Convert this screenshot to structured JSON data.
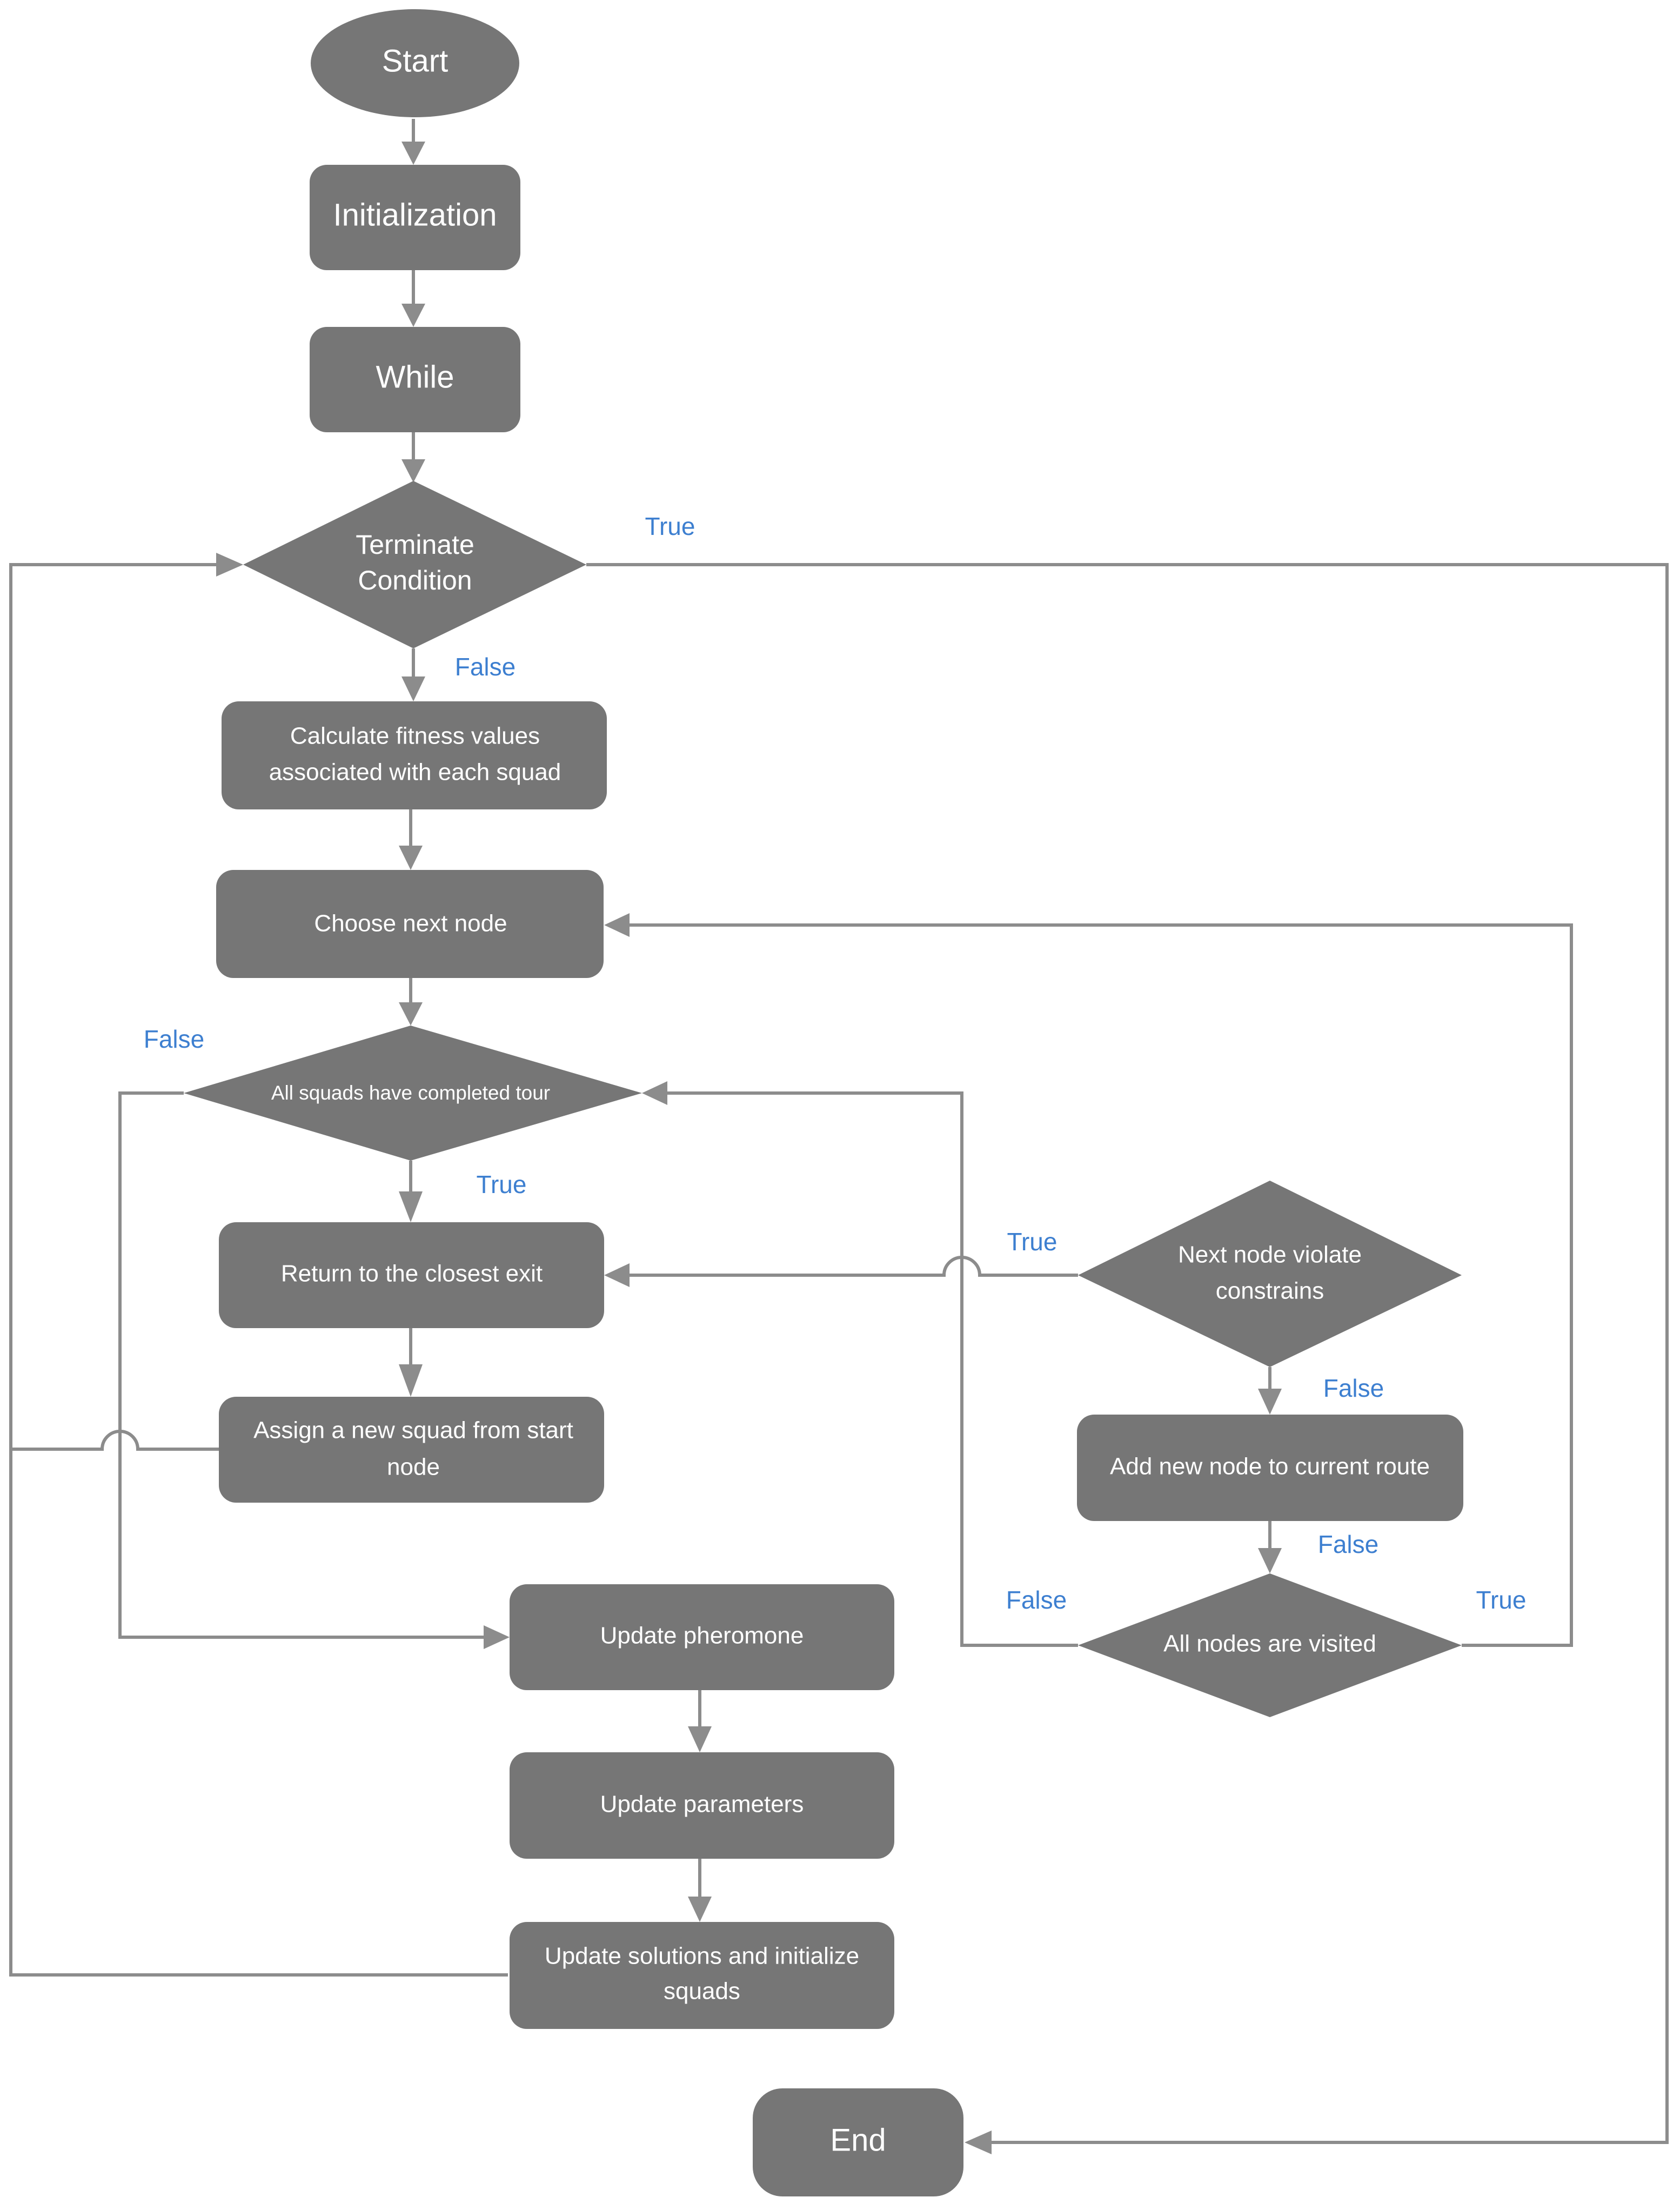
{
  "nodes": {
    "start": "Start",
    "initialization": "Initialization",
    "while": "While",
    "terminate_condition": [
      "Terminate",
      "Condition"
    ],
    "calculate_fitness": [
      "Calculate fitness values",
      "associated with each squad"
    ],
    "choose_next_node": "Choose next node",
    "all_squads_completed": "All squads have completed tour",
    "return_closest_exit": "Return to the closest exit",
    "assign_new_squad": [
      "Assign a new squad from start",
      "node"
    ],
    "next_node_violate": [
      "Next node violate",
      "constrains"
    ],
    "add_new_node": "Add new node to current route",
    "all_nodes_visited": "All nodes are visited",
    "update_pheromone": "Update pheromone",
    "update_parameters": "Update parameters",
    "update_solutions": [
      "Update solutions and initialize",
      "squads"
    ],
    "end": "End"
  },
  "edge_labels": {
    "terminate_true": "True",
    "terminate_false": "False",
    "squads_false": "False",
    "squads_true": "True",
    "violate_true": "True",
    "violate_false": "False",
    "add_false": "False",
    "visited_false": "False",
    "visited_true": "True"
  },
  "colors": {
    "shape": "#767676",
    "connector": "#8c8c8c",
    "edge_label": "#3d7fd0",
    "node_text": "#ffffff"
  }
}
